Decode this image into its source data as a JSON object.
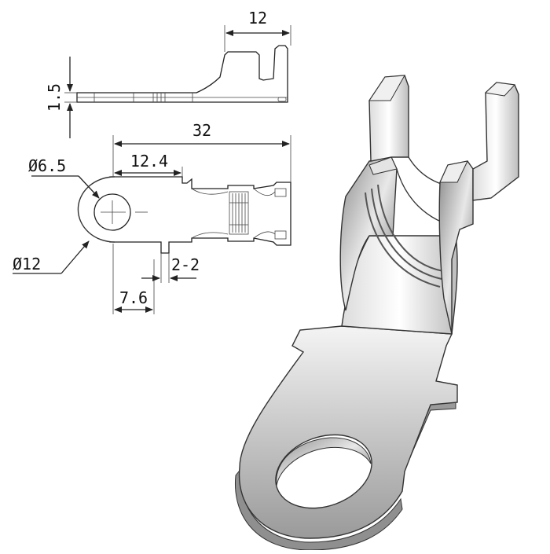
{
  "drawing": {
    "dimensions": {
      "side_width": "12",
      "thickness": "1.5",
      "overall_length": "32",
      "hole_to_tab": "12.4",
      "hole_diameter": "Ø6.5",
      "ring_diameter": "Ø12",
      "neck_width": "7.6",
      "section": "2-2"
    }
  },
  "colors": {
    "line": "#222222",
    "background": "#ffffff"
  }
}
